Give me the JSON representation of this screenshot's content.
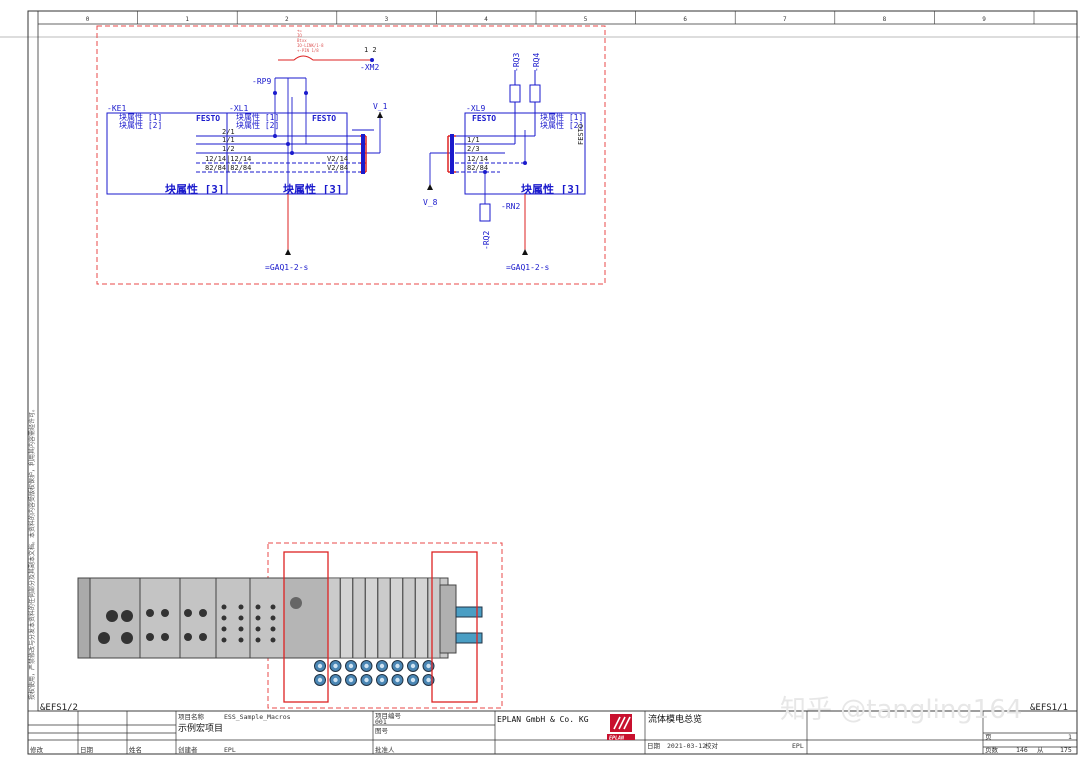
{
  "frame": {
    "column_numbers": [
      "0",
      "1",
      "2",
      "3",
      "4",
      "5",
      "6",
      "7",
      "8",
      "9"
    ],
    "side_note": "授权使用，严禁修改与分发本资料的任何部分及其副本文档。本资料的内容受版权保护，利用其内容需经许可。",
    "page_ref_left": "&EFS1/2",
    "page_ref_right": "&EFS1/1"
  },
  "schematic": {
    "left_group": {
      "device_ke1": "-KE1",
      "device_xl1": "-XL1",
      "device_rp9": "-RP9",
      "device_xm2": "-XM2",
      "xm2_pins": "1 2",
      "prop1": "块属性 [1]",
      "prop2": "块属性 [2]",
      "block_label": "块属性 [3]",
      "brand": "FESTO",
      "supply_label": "V_1",
      "ref_bottom": "=GAQ1-2-s",
      "line_labels": [
        "2/1",
        "1/1",
        "1/2",
        "12/14|12/14",
        "82/84|82/84"
      ],
      "right_line_labels": [
        "V2/14",
        "V2/84"
      ],
      "red_note_lines": [
        "+=",
        "IO",
        "Btxx",
        "IO-LINK/1-8",
        "+-PIN 1/8"
      ]
    },
    "right_group": {
      "device_xl9": "-XL9",
      "device_rq3": "-RQ3",
      "device_rq4": "-RQ4",
      "device_rn2": "-RN2",
      "device_rq2": "-RQ2",
      "prop1": "块属性 [1]",
      "prop2": "块属性 [2]",
      "block_label": "块属性 [3]",
      "brand": "FESTO",
      "supply_label": "V_8",
      "ref_bottom": "=GAQ1-2-s",
      "line_labels": [
        "1/1",
        "2/3",
        "12/14",
        "82/84"
      ],
      "side_tag": "FESTO"
    }
  },
  "title_block": {
    "project_name_label": "项目名称",
    "project_name": "ESS_Sample_Macros",
    "project_desc": "示例宏项目",
    "creator_label": "创建者",
    "creator": "EPL",
    "project_no_label": "项目编号",
    "project_no": "001",
    "drawing_no_label": "图号",
    "approver_label": "批准人",
    "company": "EPLAN GmbH & Co. KG",
    "logo_text": "EPLAN",
    "sheet_title": "流体模电总览",
    "date_label": "日期",
    "date": "2021-03-12",
    "checked_label": "校对",
    "checked": "EPL",
    "rev_cols": [
      "修改",
      "日期",
      "姓名"
    ],
    "page_label": "页",
    "page_value": "1",
    "page_count_label": "页数",
    "page_count": "146",
    "from_label": "从",
    "from_value": "175"
  },
  "watermark": "知乎 @tangling164"
}
